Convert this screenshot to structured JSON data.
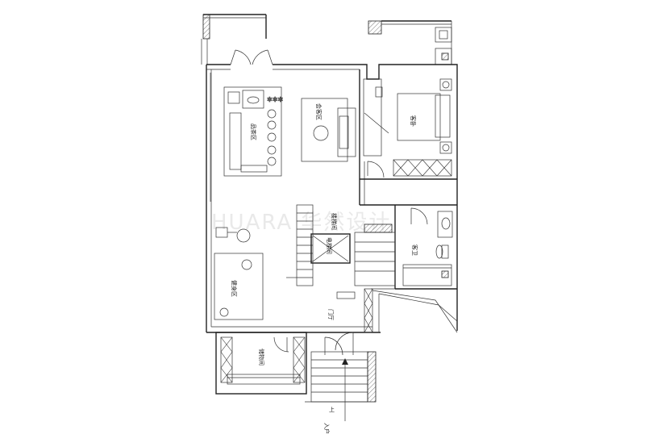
{
  "rooms": {
    "living": "会客区",
    "tea": "品茶区",
    "bedroom": "客卧",
    "stair_room": "楼梯间",
    "elevator": "电梯间",
    "bathroom": "客卫",
    "gym": "健身区",
    "storage": "储物间",
    "foyer": "门厅"
  },
  "entrance": {
    "up_label": "上",
    "entry_label": "入户"
  },
  "watermark": "HUARA 华然设计"
}
